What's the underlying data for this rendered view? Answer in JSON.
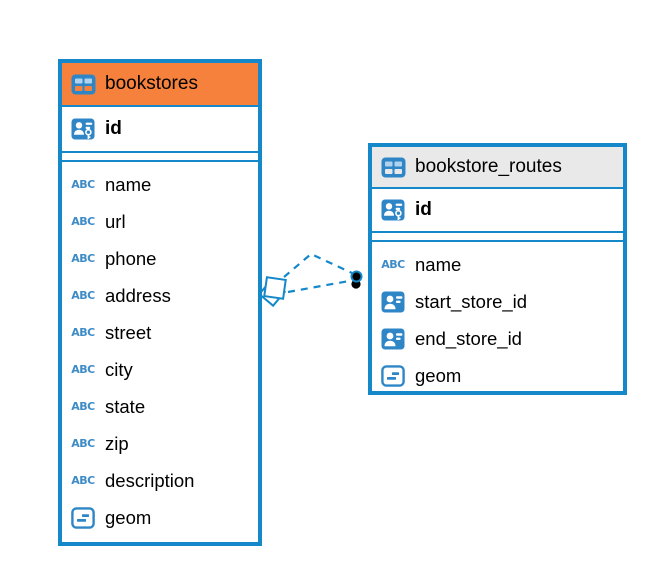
{
  "app": {
    "view": "entity-relationship-diagram"
  },
  "theme": {
    "table_border_blue": "#1588C9",
    "relation_line_blue": "#1588C9",
    "icon_blue": "#2F86C7",
    "abc_text_blue": "#3E8CC7",
    "header_orange": "#F5813C",
    "header_gray": "#E9E9E9",
    "endpoint_dot_black": "#000000",
    "text_color": "#000000",
    "background": "#FFFFFF"
  },
  "icons": {
    "text_glyph": "ABC"
  },
  "diagram": {
    "tables": [
      {
        "name": "bookstores",
        "header_color": "#F5813C",
        "key_columns": [
          {
            "name": "id",
            "icon": "primary-key-icon"
          }
        ],
        "columns": [
          {
            "name": "name",
            "icon": "text-icon"
          },
          {
            "name": "url",
            "icon": "text-icon"
          },
          {
            "name": "phone",
            "icon": "text-icon"
          },
          {
            "name": "address",
            "icon": "text-icon"
          },
          {
            "name": "street",
            "icon": "text-icon"
          },
          {
            "name": "city",
            "icon": "text-icon"
          },
          {
            "name": "state",
            "icon": "text-icon"
          },
          {
            "name": "zip",
            "icon": "text-icon"
          },
          {
            "name": "description",
            "icon": "text-icon"
          },
          {
            "name": "geom",
            "icon": "geometry-icon"
          }
        ]
      },
      {
        "name": "bookstore_routes",
        "header_color": "#E9E9E9",
        "key_columns": [
          {
            "name": "id",
            "icon": "primary-key-icon"
          }
        ],
        "columns": [
          {
            "name": "name",
            "icon": "text-icon"
          },
          {
            "name": "start_store_id",
            "icon": "foreign-key-icon"
          },
          {
            "name": "end_store_id",
            "icon": "foreign-key-icon"
          },
          {
            "name": "geom",
            "icon": "geometry-icon"
          }
        ]
      }
    ],
    "relation": {
      "style": "dashed",
      "line_color": "#1588C9",
      "connects": [
        "bookstores",
        "bookstore_routes"
      ],
      "many_end_marker": "diamond",
      "one_end_marker": "filled-dot",
      "line_count": 2
    }
  }
}
